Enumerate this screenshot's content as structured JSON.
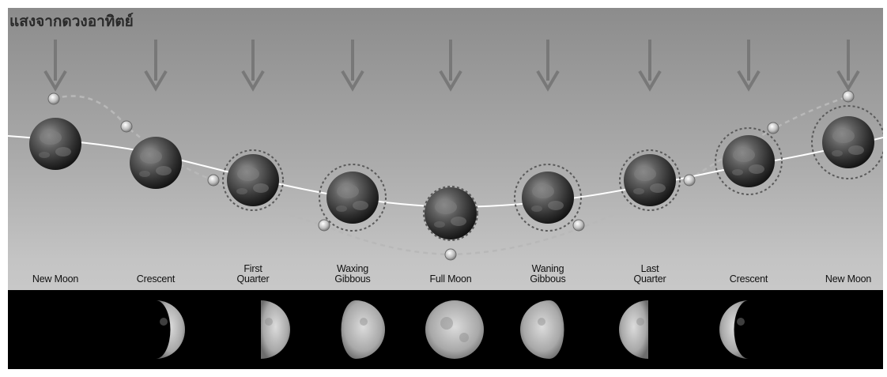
{
  "sun_label": "แสงจากดวงอาทิตย์",
  "colors": {
    "sky_top": "#8c8c8c",
    "sky_bottom": "#d3d3d3",
    "sunlight_arrow": "#787878",
    "orbit_line": "#ffffff",
    "moon_orbit_path": "#b8b8b8",
    "moon_strip": "#000000"
  },
  "phases": [
    {
      "line1": "",
      "line2": "New Moon",
      "lit": 0
    },
    {
      "line1": "",
      "line2": "Crescent",
      "lit": 0.25
    },
    {
      "line1": "First",
      "line2": "Quarter",
      "lit": 0.5
    },
    {
      "line1": "Waxing",
      "line2": "Gibbous",
      "lit": 0.75
    },
    {
      "line1": "",
      "line2": "Full Moon",
      "lit": 1
    },
    {
      "line1": "Waning",
      "line2": "Gibbous",
      "lit": 0.75
    },
    {
      "line1": "Last",
      "line2": "Quarter",
      "lit": 0.5
    },
    {
      "line1": "",
      "line2": "Crescent",
      "lit": 0.25
    },
    {
      "line1": "",
      "line2": "New Moon",
      "lit": 0
    }
  ]
}
